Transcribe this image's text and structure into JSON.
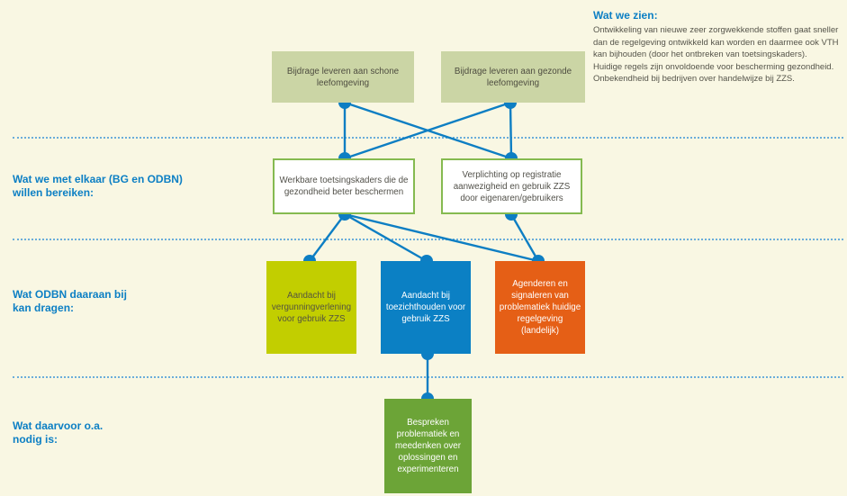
{
  "observation": {
    "title": "Wat we zien:",
    "lines": [
      "Ontwikkeling van nieuwe zeer zorgwekkende stoffen gaat sneller dan de regelgeving ontwikkeld kan worden en daarmee ook VTH kan bijhouden (door het ontbreken van toetsingskaders).",
      "Huidige regels zijn onvoldoende voor bescherming gezondheid.",
      "Onbekendheid bij bedrijven over handelwijze bij ZZS."
    ]
  },
  "row_labels": [
    {
      "text": "Wat we met elkaar (BG en ODBN)\nwillen bereiken:"
    },
    {
      "text": "Wat ODBN daaraan bij\nkan dragen:"
    },
    {
      "text": "Wat daarvoor o.a.\nnodig is:"
    }
  ],
  "nodes": [
    {
      "id": "mission-schone-leefomgeving",
      "label": "Bijdrage leveren aan schone leefomgeving"
    },
    {
      "id": "mission-gezonde-leefomgeving",
      "label": "Bijdrage leveren aan gezonde leefomgeving"
    },
    {
      "id": "outcome-toetsingskaders",
      "label": "Werkbare toetsingskaders die de gezondheid beter beschermen"
    },
    {
      "id": "outcome-registratie-zzs",
      "label": "Verplichting op registratie aanwezigheid en gebruik ZZS door eigenaren/gebruikers"
    },
    {
      "id": "contribution-vergunningverlening",
      "label": "Aandacht bij vergunningverlening voor gebruik ZZS"
    },
    {
      "id": "contribution-toezichthouden",
      "label": "Aandacht bij toezichthouden voor gebruik ZZS"
    },
    {
      "id": "contribution-agenderen",
      "label": "Agenderen en signaleren van problematiek huidige regelgeving (landelijk)"
    },
    {
      "id": "need-bespreken-problematiek",
      "label": "Bespreken problematiek en meedenken over oplossingen en experimenteren"
    }
  ],
  "colors": {
    "background": "#f9f7e3",
    "label_blue": "#0c7fc4",
    "connector_blue": "#0d7ec3",
    "divider_blue": "#6badda",
    "sage_green": "#cbd5a5",
    "outcome_border_green": "#85ba50",
    "yellow_green": "#c2ce00",
    "blue": "#0b80c4",
    "orange": "#e55f16",
    "green": "#6ca437",
    "dark_text": "#52514a"
  }
}
